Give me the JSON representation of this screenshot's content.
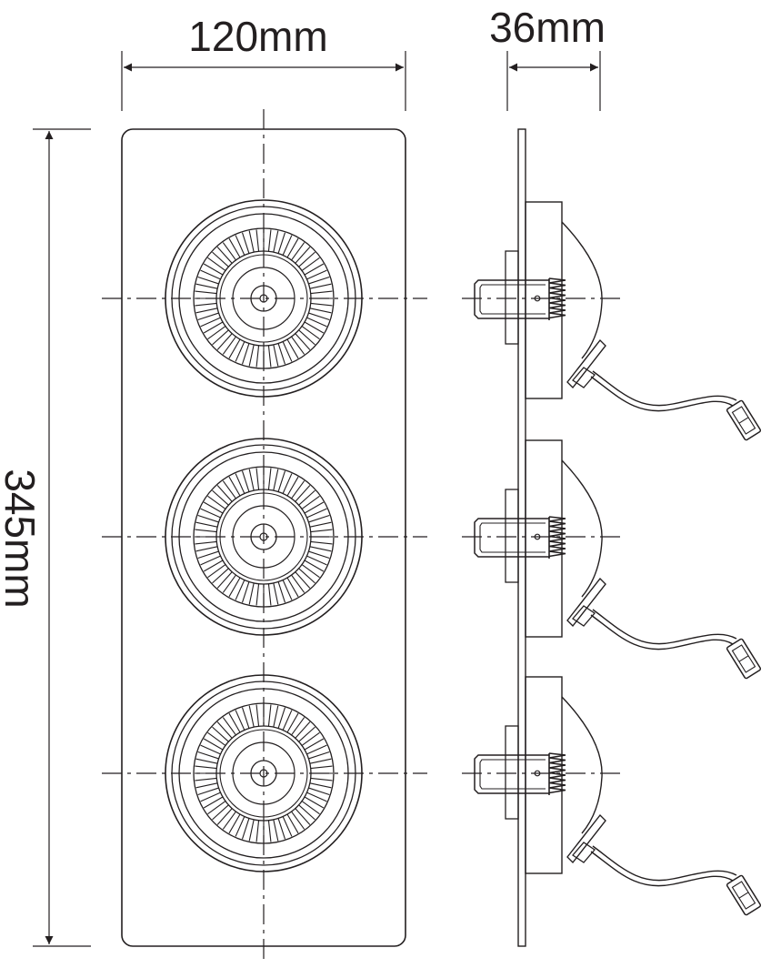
{
  "dimensions": {
    "width": "120mm",
    "depth": "36mm",
    "height": "345mm"
  },
  "fixture": {
    "lamp_count": 3
  },
  "colors": {
    "line": "#231f20",
    "background": "#ffffff"
  }
}
